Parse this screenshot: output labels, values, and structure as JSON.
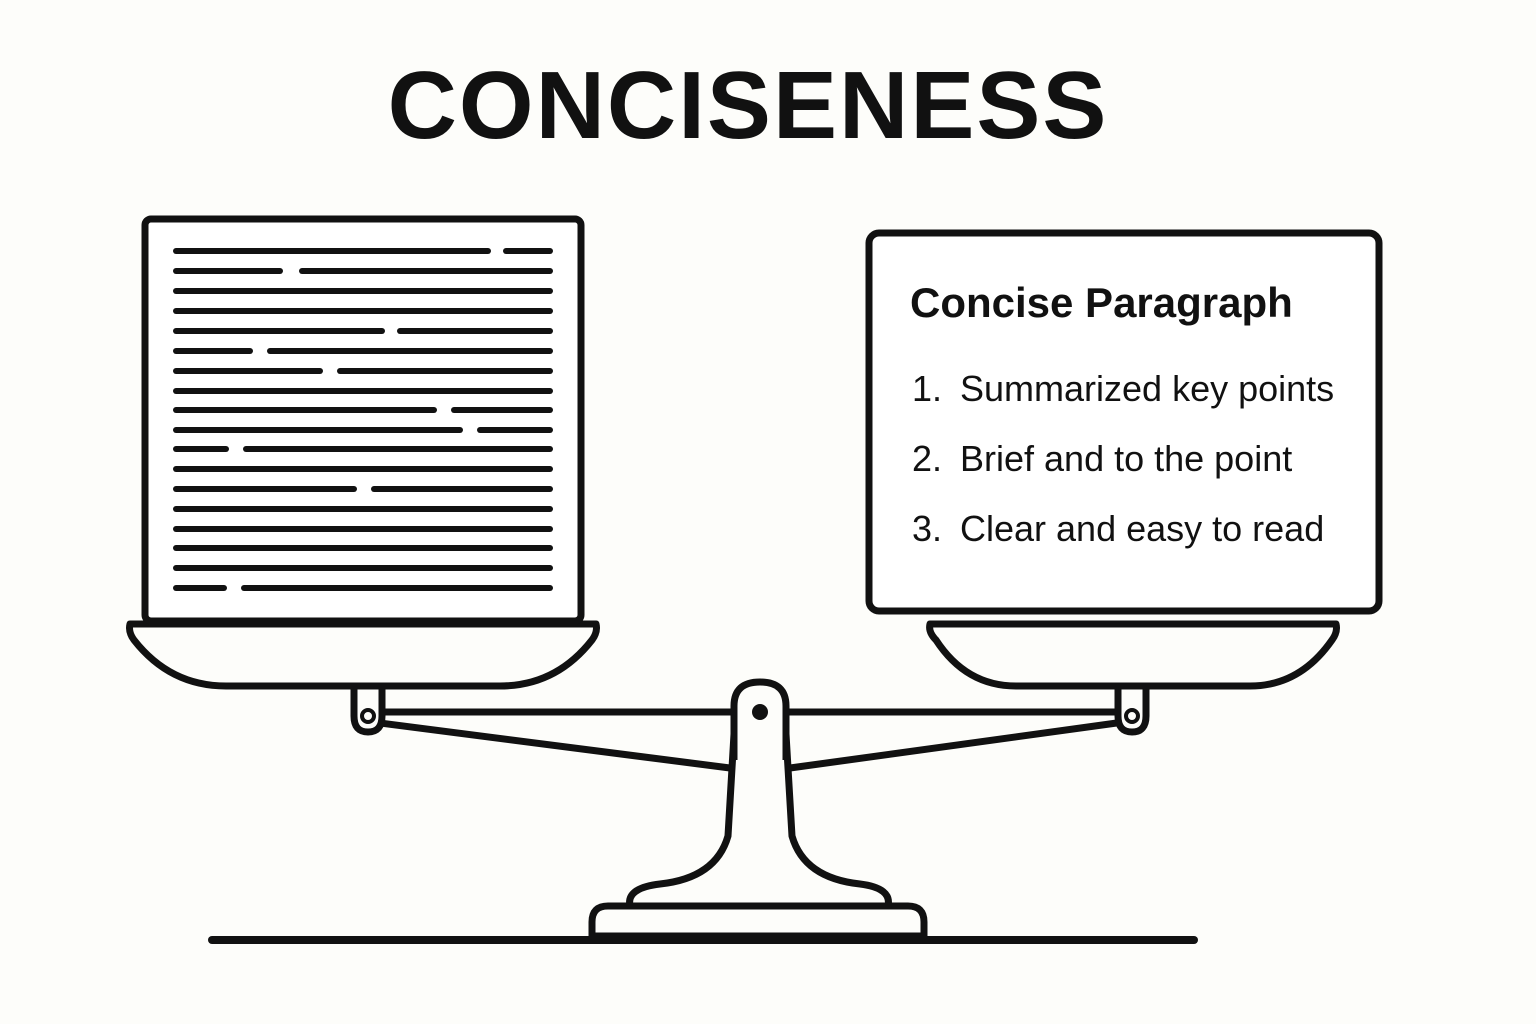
{
  "title": "CONCISENESS",
  "verbose_document": {
    "icon": "text-lines-icon"
  },
  "concise_card": {
    "heading": "Concise Paragraph",
    "items": [
      {
        "number": "1.",
        "text": "Summarized key points"
      },
      {
        "number": "2.",
        "text": "Brief and to the point"
      },
      {
        "number": "3.",
        "text": "Clear and easy to read"
      }
    ]
  },
  "scale": {
    "icon": "balance-scale-icon"
  },
  "colors": {
    "ink": "#111111",
    "background": "#fdfdfa",
    "card": "#ffffff"
  }
}
